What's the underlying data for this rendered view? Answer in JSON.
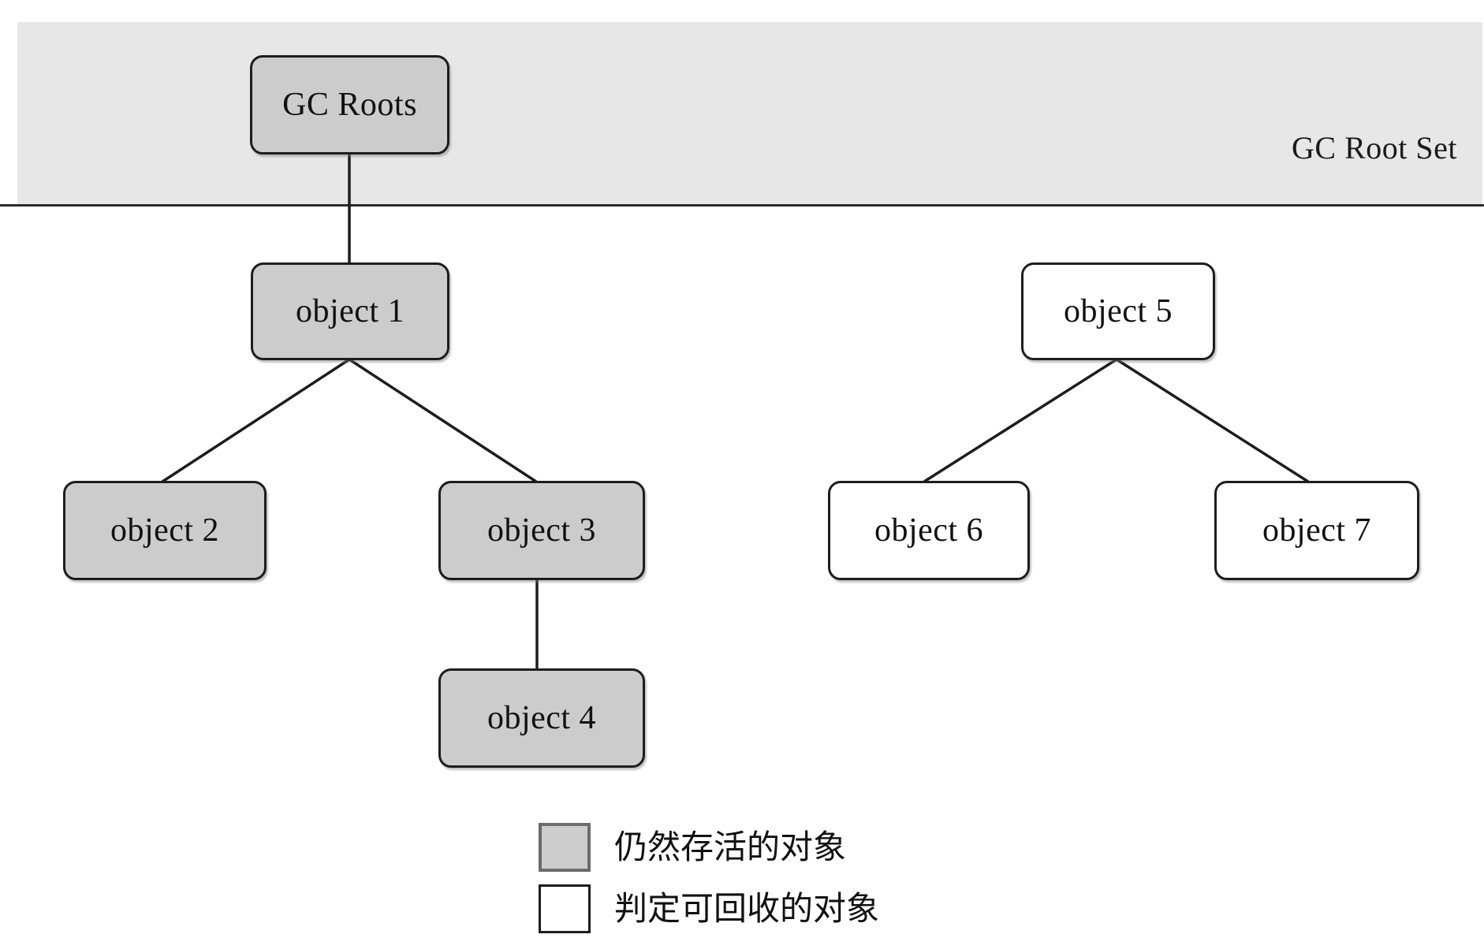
{
  "diagram": {
    "band": {
      "label": "GC Root Set"
    },
    "nodes": [
      {
        "id": "gc-roots",
        "label": "GC Roots",
        "state": "live"
      },
      {
        "id": "object-1",
        "label": "object 1",
        "state": "live"
      },
      {
        "id": "object-2",
        "label": "object 2",
        "state": "live"
      },
      {
        "id": "object-3",
        "label": "object 3",
        "state": "live"
      },
      {
        "id": "object-4",
        "label": "object 4",
        "state": "live"
      },
      {
        "id": "object-5",
        "label": "object 5",
        "state": "dead"
      },
      {
        "id": "object-6",
        "label": "object 6",
        "state": "dead"
      },
      {
        "id": "object-7",
        "label": "object 7",
        "state": "dead"
      }
    ],
    "edges": [
      {
        "from": "gc-roots",
        "to": "object-1"
      },
      {
        "from": "object-1",
        "to": "object-2"
      },
      {
        "from": "object-1",
        "to": "object-3"
      },
      {
        "from": "object-3",
        "to": "object-4"
      },
      {
        "from": "object-5",
        "to": "object-6"
      },
      {
        "from": "object-5",
        "to": "object-7"
      }
    ],
    "legend": [
      {
        "swatch": "live",
        "label": "仍然存活的对象"
      },
      {
        "swatch": "dead",
        "label": "判定可回收的对象"
      }
    ],
    "colors": {
      "band_fill": "#e7e7e7",
      "live_fill": "#cccccc",
      "dead_fill": "#ffffff",
      "stroke": "#1d1d1d"
    }
  }
}
